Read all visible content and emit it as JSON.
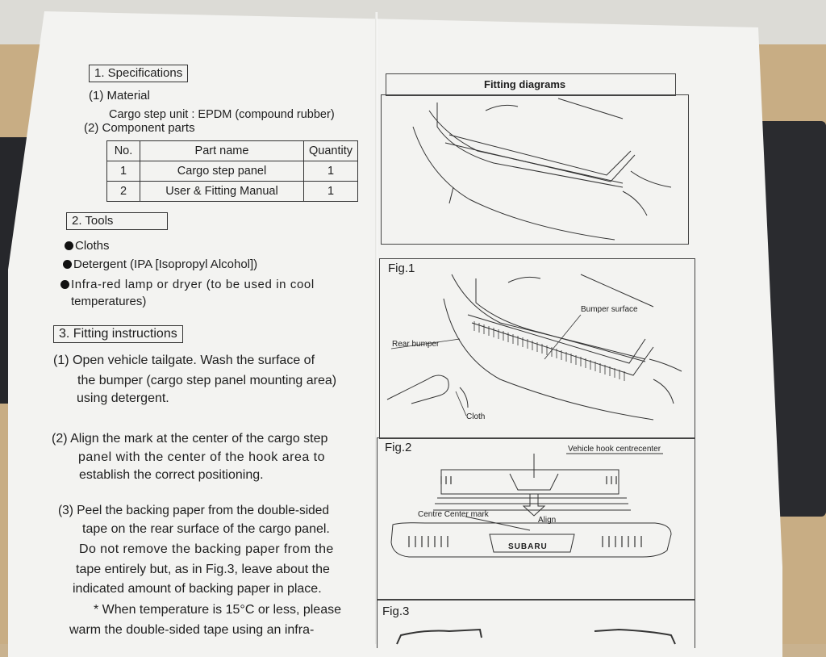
{
  "section1": {
    "heading": "1. Specifications",
    "material_label": "(1) Material",
    "material_value": "Cargo step unit : EPDM (compound rubber)",
    "components_label": "(2) Component parts",
    "table": {
      "headers": [
        "No.",
        "Part name",
        "Quantity"
      ],
      "rows": [
        [
          "1",
          "Cargo step panel",
          "1"
        ],
        [
          "2",
          "User & Fitting Manual",
          "1"
        ]
      ]
    }
  },
  "section2": {
    "heading": "2. Tools",
    "items": [
      "Cloths",
      "Detergent (IPA [Isopropyl Alcohol])",
      "Infra-red lamp or dryer (to be used in cool",
      "temperatures)"
    ]
  },
  "section3": {
    "heading": "3. Fitting instructions",
    "step1": [
      "(1) Open vehicle tailgate. Wash the surface of",
      "the bumper (cargo step panel mounting area)",
      "using detergent."
    ],
    "step2": [
      "(2) Align the mark at the center of the cargo step",
      "panel with the center of the hook area to",
      "establish the correct positioning."
    ],
    "step3": [
      "(3) Peel the backing paper from the double-sided",
      "tape on the rear surface of the cargo panel.",
      "Do not remove the backing paper from the",
      "tape entirely but, as in Fig.3, leave about the",
      "indicated amount of backing paper in place.",
      "* When temperature is 15°C or less, please",
      "warm the double-sided tape using an infra-"
    ]
  },
  "diagrams": {
    "title": "Fitting diagrams",
    "fig1": {
      "label": "Fig.1",
      "bumper_surface": "Bumper surface",
      "rear_bumper": "Rear bumper",
      "cloth": "Cloth"
    },
    "fig2": {
      "label": "Fig.2",
      "hook_center": "Vehicle hook centrecenter",
      "center_mark": "Centre Center mark",
      "align": "Align",
      "brand": "SUBARU"
    },
    "fig3": {
      "label": "Fig.3"
    }
  },
  "colors": {
    "paper": "#f3f3f1",
    "ink": "#1e1e1e",
    "background_box": "#c8ad84",
    "dark_panel": "#2a2b2f"
  }
}
